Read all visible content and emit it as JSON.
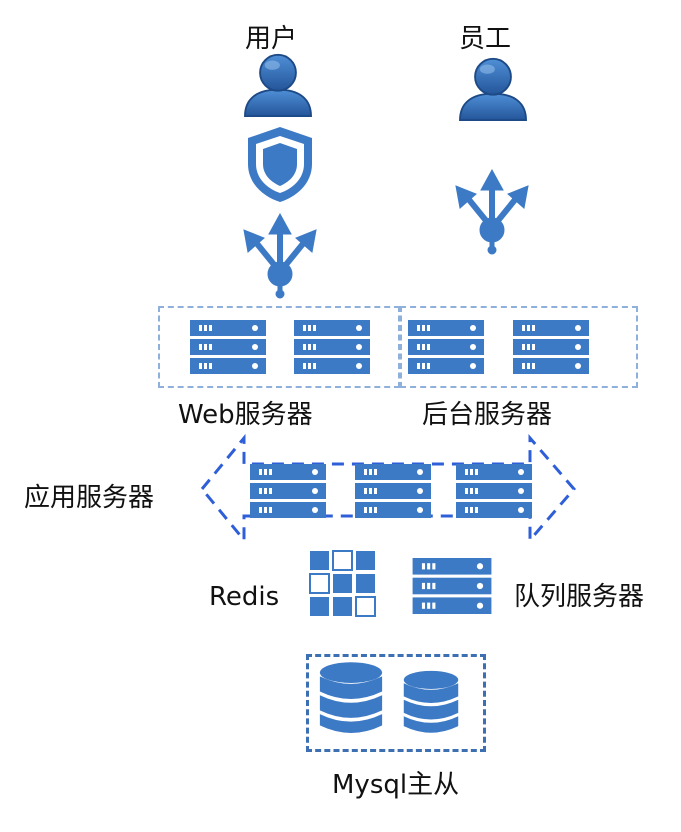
{
  "actors": {
    "user": "用户",
    "staff": "员工"
  },
  "servers": {
    "web": "Web服务器",
    "admin": "后台服务器",
    "app": "应用服务器",
    "redis": "Redis",
    "queue": "队列服务器",
    "mysql": "Mysql主从"
  },
  "colors": {
    "accent": "#3d7ac5",
    "dash": "#2f5fd8",
    "dash_light": "#6f9ad0"
  },
  "icons": {
    "person": "user-icon",
    "shield": "shield-icon",
    "network": "network-hub-icon",
    "server": "server-rack-icon",
    "grid": "redis-grid-icon",
    "database": "database-icon"
  }
}
